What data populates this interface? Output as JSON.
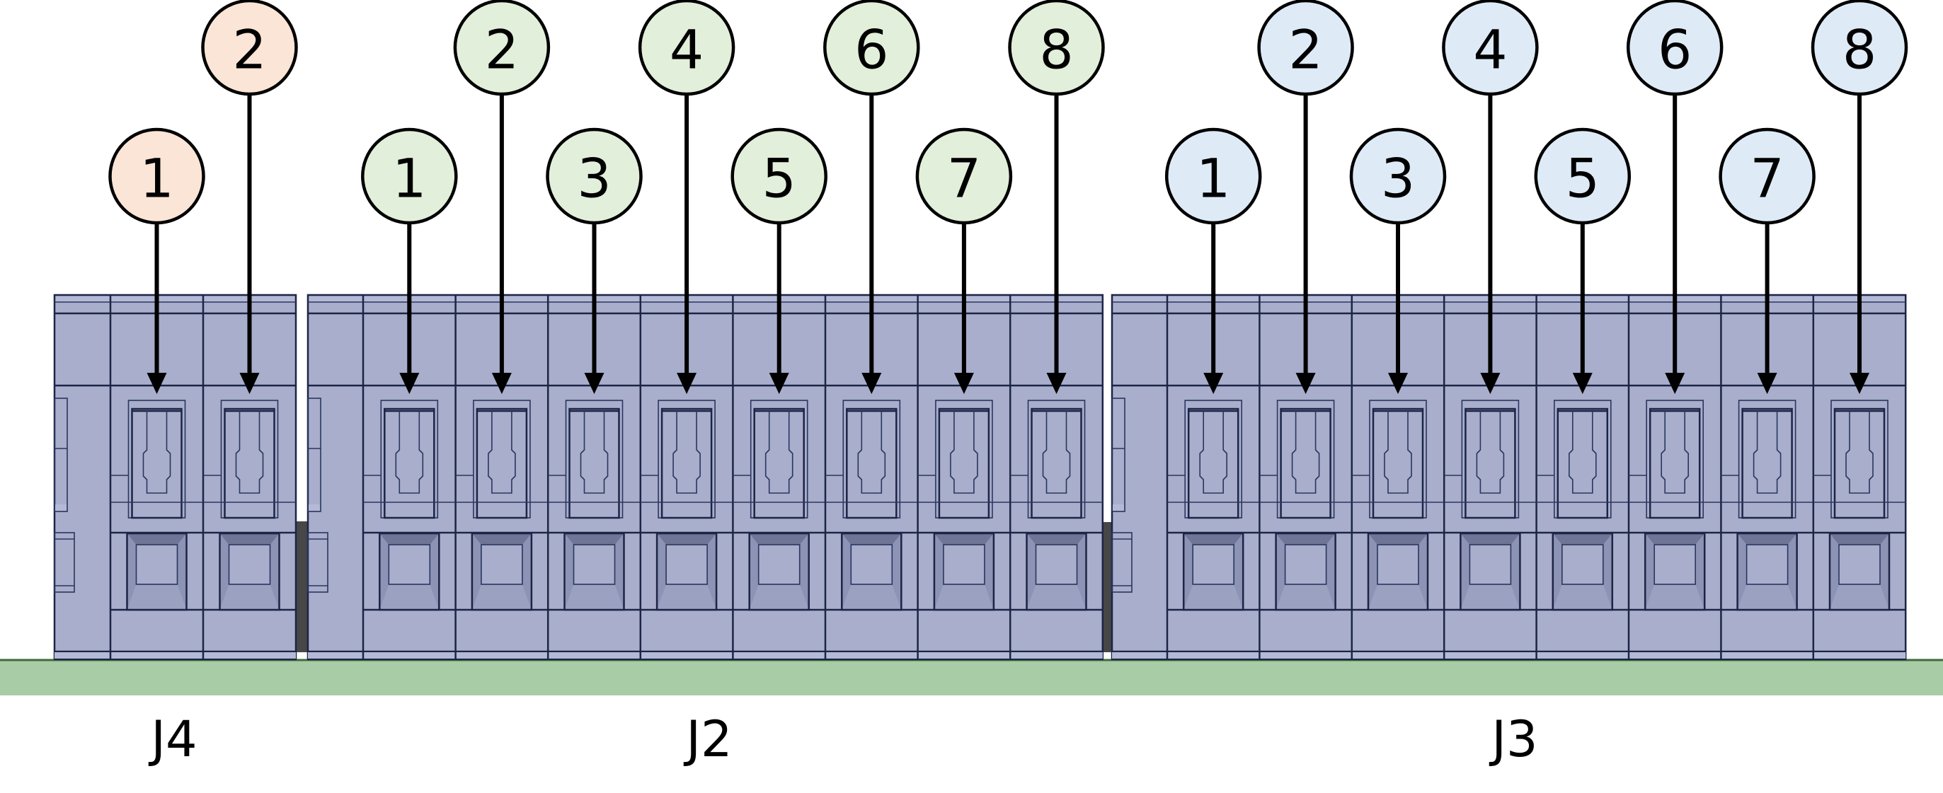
{
  "title": "Terminal block connector pin numbering",
  "colors": {
    "J4": "#fbe5d6",
    "J2": "#e2efda",
    "J3": "#deebf7",
    "connector_body": "#a8aecb",
    "pcb": "#a8cca6"
  },
  "connectors": [
    {
      "id": "J4",
      "label": "J4",
      "pins": [
        "1",
        "2"
      ]
    },
    {
      "id": "J2",
      "label": "J2",
      "pins": [
        "1",
        "2",
        "3",
        "4",
        "5",
        "6",
        "7",
        "8"
      ]
    },
    {
      "id": "J3",
      "label": "J3",
      "pins": [
        "1",
        "2",
        "3",
        "4",
        "5",
        "6",
        "7",
        "8"
      ]
    }
  ]
}
